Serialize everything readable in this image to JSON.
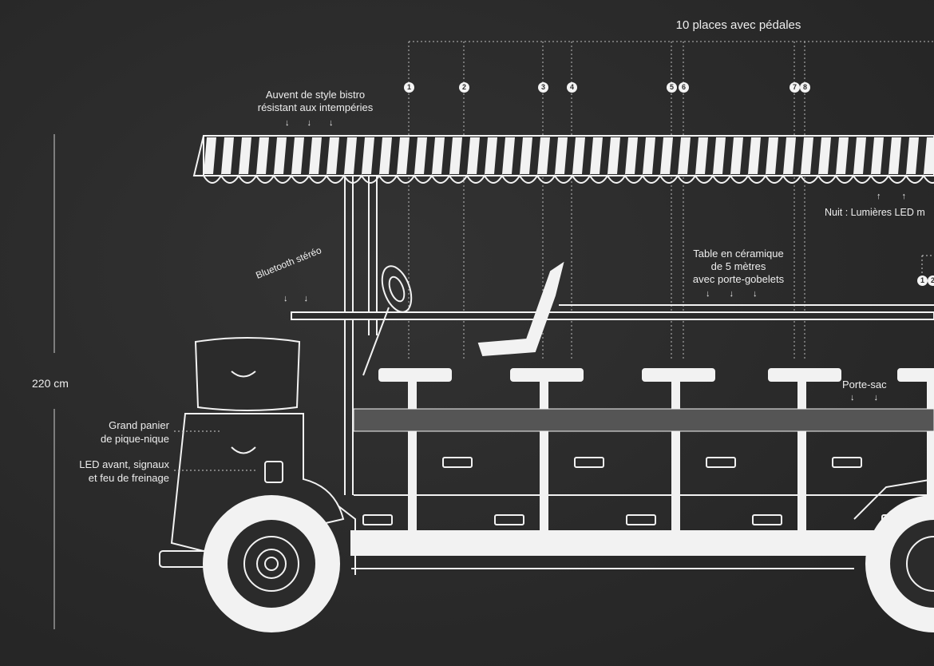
{
  "title": "10 places avec pédales",
  "seat_numbers": [
    "1",
    "2",
    "3",
    "4",
    "5",
    "6",
    "7",
    "8"
  ],
  "seat_numbers_right": [
    "1",
    "2"
  ],
  "labels": {
    "awning_line1": "Auvent de style bistro",
    "awning_line2": "résistant aux intempéries",
    "bluetooth": "Bluetooth stéréo",
    "height": "220 cm",
    "basket_line1": "Grand panier",
    "basket_line2": "de pique-nique",
    "led_line1": "LED avant, signaux",
    "led_line2": "et feu de freinage",
    "table_line1": "Table en céramique",
    "table_line2": "de 5 mètres",
    "table_line3": "avec porte-gobelets",
    "bag_holder": "Porte-sac",
    "night_led": "Nuit : Lumières LED m"
  },
  "colors": {
    "background": "#2b2b2b",
    "line": "#f2f2f2"
  }
}
